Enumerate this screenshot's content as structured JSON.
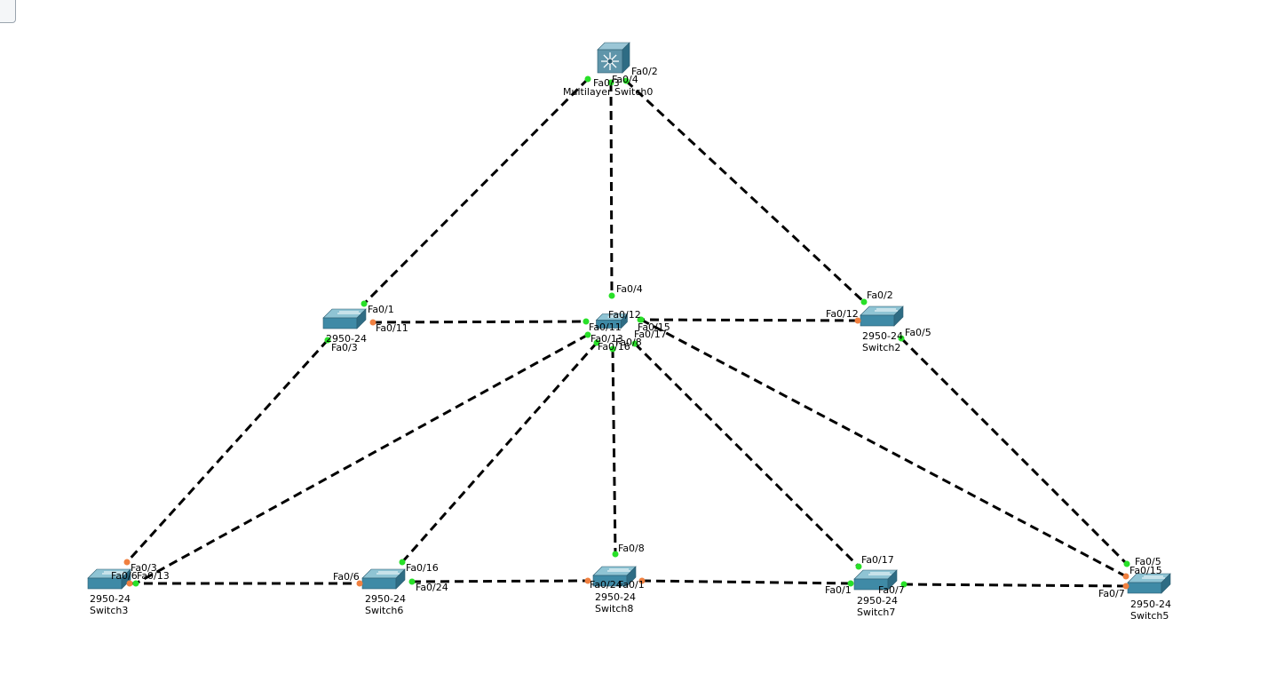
{
  "colors": {
    "link": "#000000",
    "port_up": "#28e028",
    "port_blocking": "#f08040",
    "switch_top": "#8fc4d4",
    "switch_front": "#3f8aa6",
    "switch_side": "#2e6c84",
    "multilayer_body": "#5f95aa"
  },
  "devices": {
    "ms0": {
      "model": "",
      "name": "Multilayer Switch0",
      "kind": "multilayer",
      "icon": "multilayer-switch-icon"
    },
    "sw_center": {
      "model": "",
      "name": "",
      "kind": "switch",
      "icon": "switch-icon"
    },
    "sw1": {
      "model": "2950-24",
      "name": "",
      "kind": "switch",
      "icon": "switch-icon"
    },
    "sw2": {
      "model": "2950-24",
      "name": "Switch2",
      "kind": "switch",
      "icon": "switch-icon"
    },
    "sw3": {
      "model": "2950-24",
      "name": "Switch3",
      "kind": "switch",
      "icon": "switch-icon"
    },
    "sw6": {
      "model": "2950-24",
      "name": "Switch6",
      "kind": "switch",
      "icon": "switch-icon"
    },
    "sw8": {
      "model": "2950-24",
      "name": "Switch8",
      "kind": "switch",
      "icon": "switch-icon"
    },
    "sw7": {
      "model": "2950-24",
      "name": "Switch7",
      "kind": "switch",
      "icon": "switch-icon"
    },
    "sw5": {
      "model": "2950-24",
      "name": "Switch5",
      "kind": "switch",
      "icon": "switch-icon"
    }
  },
  "links": [
    {
      "a": "ms0",
      "b": "sw1",
      "a_port": "Fa0/3",
      "b_port": "Fa0/1",
      "a_state": "up",
      "b_state": "up"
    },
    {
      "a": "ms0",
      "b": "sw_center",
      "a_port": "Fa0/4",
      "b_port": "Fa0/4",
      "a_state": "up",
      "b_state": "up"
    },
    {
      "a": "ms0",
      "b": "sw2",
      "a_port": "Fa0/2",
      "b_port": "Fa0/2",
      "a_state": "up",
      "b_state": "up"
    },
    {
      "a": "sw1",
      "b": "sw_center",
      "a_port": "Fa0/11",
      "b_port": "Fa0/11",
      "a_state": "blocking",
      "b_state": "up"
    },
    {
      "a": "sw2",
      "b": "sw_center",
      "a_port": "Fa0/12",
      "b_port": "Fa0/12",
      "a_state": "blocking",
      "b_state": "up"
    },
    {
      "a": "sw1",
      "b": "sw3",
      "a_port": "Fa0/3",
      "b_port": "Fa0/3",
      "a_state": "up",
      "b_state": "blocking"
    },
    {
      "a": "sw_center",
      "b": "sw3",
      "a_port": "Fa0/13",
      "b_port": "Fa0/13",
      "a_state": "up",
      "b_state": "up"
    },
    {
      "a": "sw_center",
      "b": "sw6",
      "a_port": "Fa0/16",
      "b_port": "Fa0/16",
      "a_state": "up",
      "b_state": "up"
    },
    {
      "a": "sw_center",
      "b": "sw8",
      "a_port": "Fa0/8",
      "b_port": "Fa0/8",
      "a_state": "up",
      "b_state": "up"
    },
    {
      "a": "sw_center",
      "b": "sw7",
      "a_port": "Fa0/17",
      "b_port": "Fa0/17",
      "a_state": "up",
      "b_state": "up"
    },
    {
      "a": "sw_center",
      "b": "sw5",
      "a_port": "Fa0/15",
      "b_port": "Fa0/15",
      "a_state": "up",
      "b_state": "blocking"
    },
    {
      "a": "sw2",
      "b": "sw5",
      "a_port": "Fa0/5",
      "b_port": "Fa0/5",
      "a_state": "up",
      "b_state": "up"
    },
    {
      "a": "sw3",
      "b": "sw6",
      "a_port": "Fa0/6",
      "b_port": "Fa0/6",
      "a_state": "blocking",
      "b_state": "blocking"
    },
    {
      "a": "sw6",
      "b": "sw8",
      "a_port": "Fa0/24",
      "b_port": "Fa0/24",
      "a_state": "up",
      "b_state": "blocking"
    },
    {
      "a": "sw8",
      "b": "sw7",
      "a_port": "Fa0/1",
      "b_port": "Fa0/1",
      "a_state": "blocking",
      "b_state": "up"
    },
    {
      "a": "sw7",
      "b": "sw5",
      "a_port": "Fa0/7",
      "b_port": "Fa0/7",
      "a_state": "up",
      "b_state": "blocking"
    }
  ]
}
